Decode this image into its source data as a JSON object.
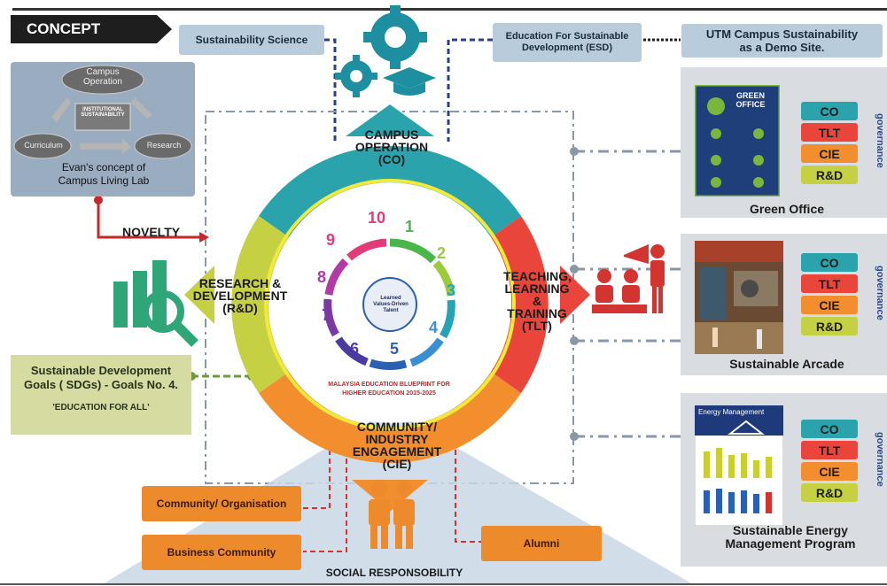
{
  "header": {
    "title": "CONCEPT"
  },
  "top_boxes": {
    "science": "Sustainability Science",
    "esd": "Education For Sustainable Development (ESD)",
    "utm": "UTM Campus Sustainability as a Demo Site."
  },
  "evans": {
    "node_campus": "Campus Operation",
    "node_center": "INSTITUTIONAL SUSTAINABILITY",
    "node_curriculum": "Curriculum",
    "node_research": "Research",
    "caption": "Evan's concept of Campus Living Lab"
  },
  "novelty": "NOVELTY",
  "ring": {
    "co": "CAMPUS OPERATION (CO)",
    "tlt": "TEACHING, LEARNING & TRAINING (TLT)",
    "rd": "RESEARCH & DEVELOPMENT (R&D)",
    "cie": "COMMUNITY/ INDUSTRY ENGAGEMENT (CIE)"
  },
  "blueprint": {
    "center": "Learned Values-Driven Talent",
    "caption": "MALAYSIA EDUCATION BLUEPRINT FOR HIGHER EDUCATION 2015-2025",
    "numbers": [
      "1",
      "2",
      "3",
      "4",
      "5",
      "6",
      "7",
      "8",
      "9",
      "10"
    ]
  },
  "sdg": {
    "title": "Sustainable Development Goals ( SDGs) - Goals No. 4.",
    "subtitle": "'EDUCATION FOR ALL'"
  },
  "community": {
    "org": "Community/ Organisation",
    "business": "Business Community",
    "alumni": "Alumni",
    "social": "SOCIAL RESPONSOBILITY"
  },
  "governance": {
    "label": "governance",
    "buttons": [
      "CO",
      "TLT",
      "CIE",
      "R&D"
    ],
    "programs": [
      "Green Office",
      "Sustainable Arcade",
      "Sustainable Energy Management Program"
    ],
    "green_office_poster": "GREEN OFFICE",
    "energy_poster": "Energy Management"
  },
  "colors": {
    "co": "#2aa3ad",
    "tlt": "#e9453b",
    "cie": "#f28e2e",
    "rd": "#c6d043",
    "dark": "#1e1e1e"
  }
}
